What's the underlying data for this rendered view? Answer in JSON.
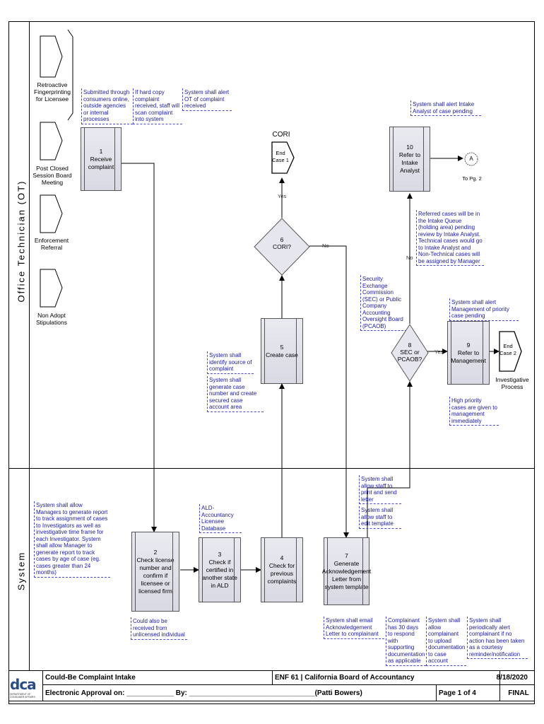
{
  "lanes": {
    "office": "Office Technician (OT)",
    "system": "System"
  },
  "triggers": [
    {
      "label": "Retroactive Fingerprinting for Licensee"
    },
    {
      "label": "Post Closed Session Board Meeting"
    },
    {
      "label": "Enforcement Referral"
    },
    {
      "label": "Non Adopt Stipulations"
    }
  ],
  "notes": {
    "submitted": "Submitted through consumers online, outside agencies or internal processes",
    "hardcopy": "If hard copy complaint received, staff will scan complaint into system",
    "alert_ot": "System shall alert OT of complaint received",
    "alert_intake": "System shall alert Intake Analyst of case pending",
    "referred": "Referred cases will be in the Intake Queue (holding area) pending review by Intake Analyst. Technical cases would go to Intake Analyst and Non-Technical cases will be assigned by Manager",
    "sec": "Security Exchange Commission (SEC) or Public Company Accounting Oversight Board (PCAOB)",
    "alert_mgmt": "System shall alert Management of priority case pending",
    "high_priority": "High priority cases are given to management immediately",
    "identify": "System shall identify source of complaint",
    "generate": "System shall generate case number and create secured case account area",
    "print": "System shall allow staff to print and send letter",
    "edit": "System shall allow staff to edit template",
    "managers": "System shall allow Managers to generate report to track assignment of cases to Investigators as well as investigative time frame for each Investigator. System shall allow Manager to generate report to track cases by age of case (eg. cases greater than 24 months)",
    "ald": "ALD-Accountancy Licensee Database",
    "unlicensed": "Could also be received from unlicensed individual",
    "email": "System shall email Acknowledgement Letter to complainant",
    "thirty": "Complainant has 30 days to respond with supporting documentation as applicable",
    "upload": "System shall allow complainant to upload documentation to case account",
    "periodic": "System shall periodically alert complainant if no action has been taken as a courtesy reminder/notification"
  },
  "steps": {
    "s1": {
      "num": "1",
      "text": "Receive complaint"
    },
    "s2": {
      "num": "2",
      "text": "Check license number and confirm if licensee or licensed firm"
    },
    "s3": {
      "num": "3",
      "text": "Check if certified in another state in ALD"
    },
    "s4": {
      "num": "4",
      "text": "Check for previous complaints"
    },
    "s5": {
      "num": "5",
      "text": "Create case"
    },
    "s7": {
      "num": "7",
      "text": "Generate Acknowledgement Letter from system template"
    },
    "s9": {
      "num": "9",
      "text": "Refer to Management"
    },
    "s10": {
      "num": "10",
      "text": "Refer to Intake Analyst"
    }
  },
  "decisions": {
    "d6": {
      "num": "6",
      "text": "CORI?"
    },
    "d8": {
      "num": "8",
      "text": "SEC or PCAOB?"
    }
  },
  "terminators": {
    "cori": {
      "title": "CORI",
      "text": "End Case 1"
    },
    "inv": {
      "title": "Investigative Process",
      "text": "End Case 2"
    }
  },
  "connector": {
    "letter": "A",
    "caption": "To Pg. 2"
  },
  "edges": {
    "yes": "Yes",
    "no": "No"
  },
  "footer": {
    "logo": "dca",
    "logo_sub": "DEPARTMENT OF CONSUMER AFFAIRS",
    "title": "Could-Be Complaint Intake",
    "enf": "ENF 61  |  California Board of Accountancy",
    "date": "8/18/2020",
    "approval": "Electronic Approval on: ____________  By: ________________________________(Patti Bowers)",
    "page": "Page 1 of 4",
    "status": "FINAL"
  }
}
